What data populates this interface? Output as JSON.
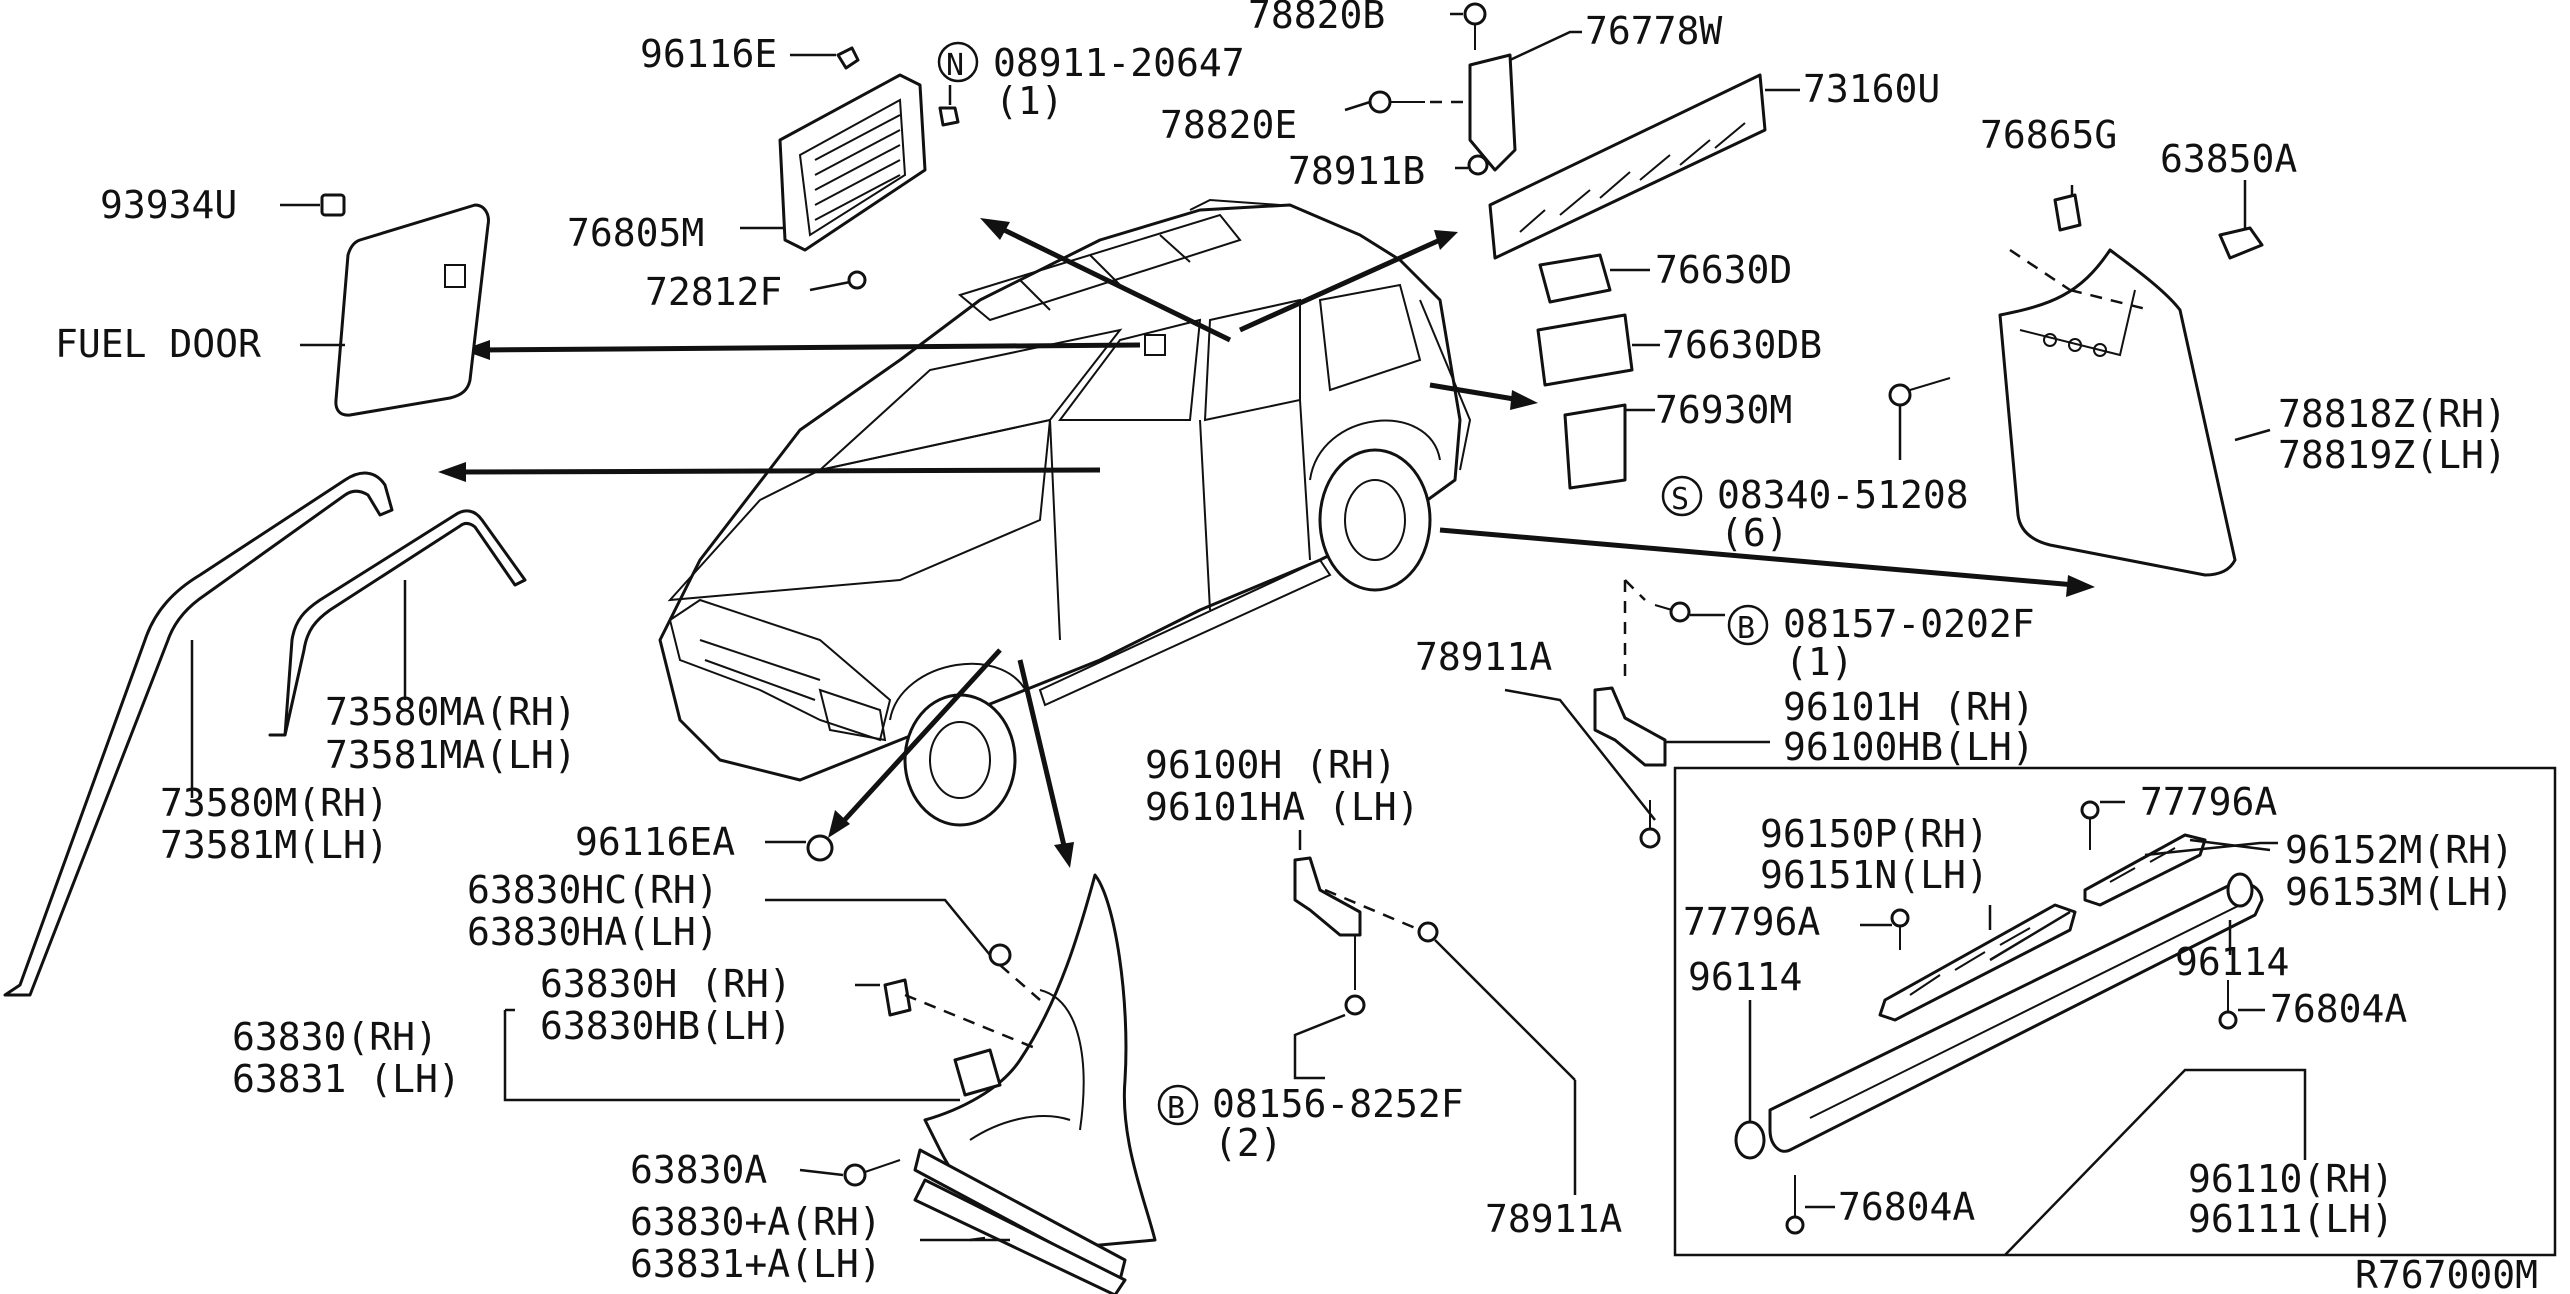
{
  "diagram_code": "R767000M",
  "labels": {
    "p96116E": "96116E",
    "n08911": "08911-20647",
    "n08911_qty": "(1)",
    "p78820B": "78820B",
    "p76778W": "76778W",
    "p78820E": "78820E",
    "p73160U": "73160U",
    "p78911B": "78911B",
    "p93934U": "93934U",
    "p76805M": "76805M",
    "p72812F": "72812F",
    "fuel_door": "FUEL DOOR",
    "p76630D": "76630D",
    "p76630DB": "76630DB",
    "p76930M": "76930M",
    "p76865G": "76865G",
    "p63850A": "63850A",
    "p78818Z": "78818Z(RH)",
    "p78819Z": "78819Z(LH)",
    "s08340": "08340-51208",
    "s08340_qty": "(6)",
    "b08157": "08157-0202F",
    "b08157_qty": "(1)",
    "p78911A_top": "78911A",
    "p96101H": "96101H  (RH)",
    "p96100HB": "96100HB(LH)",
    "p73580MA": "73580MA(RH)",
    "p73581MA": "73581MA(LH)",
    "p73580M": "73580M(RH)",
    "p73581M": "73581M(LH)",
    "p96116EA": "96116EA",
    "p96100H": "96100H  (RH)",
    "p96101HA": "96101HA (LH)",
    "p77796A_top": "77796A",
    "p96150P": "96150P(RH)",
    "p96151N": "96151N(LH)",
    "p96152M": "96152M(RH)",
    "p96153M": "96153M(LH)",
    "p77796A_left": "77796A",
    "p96114_left": "96114",
    "p96114_right": "96114",
    "p76804A_right": "76804A",
    "p63830HC": "63830HC(RH)",
    "p63830HA": "63830HA(LH)",
    "p63830H": "63830H  (RH)",
    "p63830HB": "63830HB(LH)",
    "p63830": "63830(RH)",
    "p63831": "63831 (LH)",
    "b08156": "08156-8252F",
    "b08156_qty": "(2)",
    "p63830A": "63830A",
    "p63830pA": "63830+A(RH)",
    "p63831pA": "63831+A(LH)",
    "p78911A_bottom": "78911A",
    "p96110": "96110(RH)",
    "p96111": "96111(LH)",
    "p76804A_bottom": "76804A"
  },
  "circled": {
    "n": "N",
    "s": "S",
    "b1": "B",
    "b2": "B"
  }
}
